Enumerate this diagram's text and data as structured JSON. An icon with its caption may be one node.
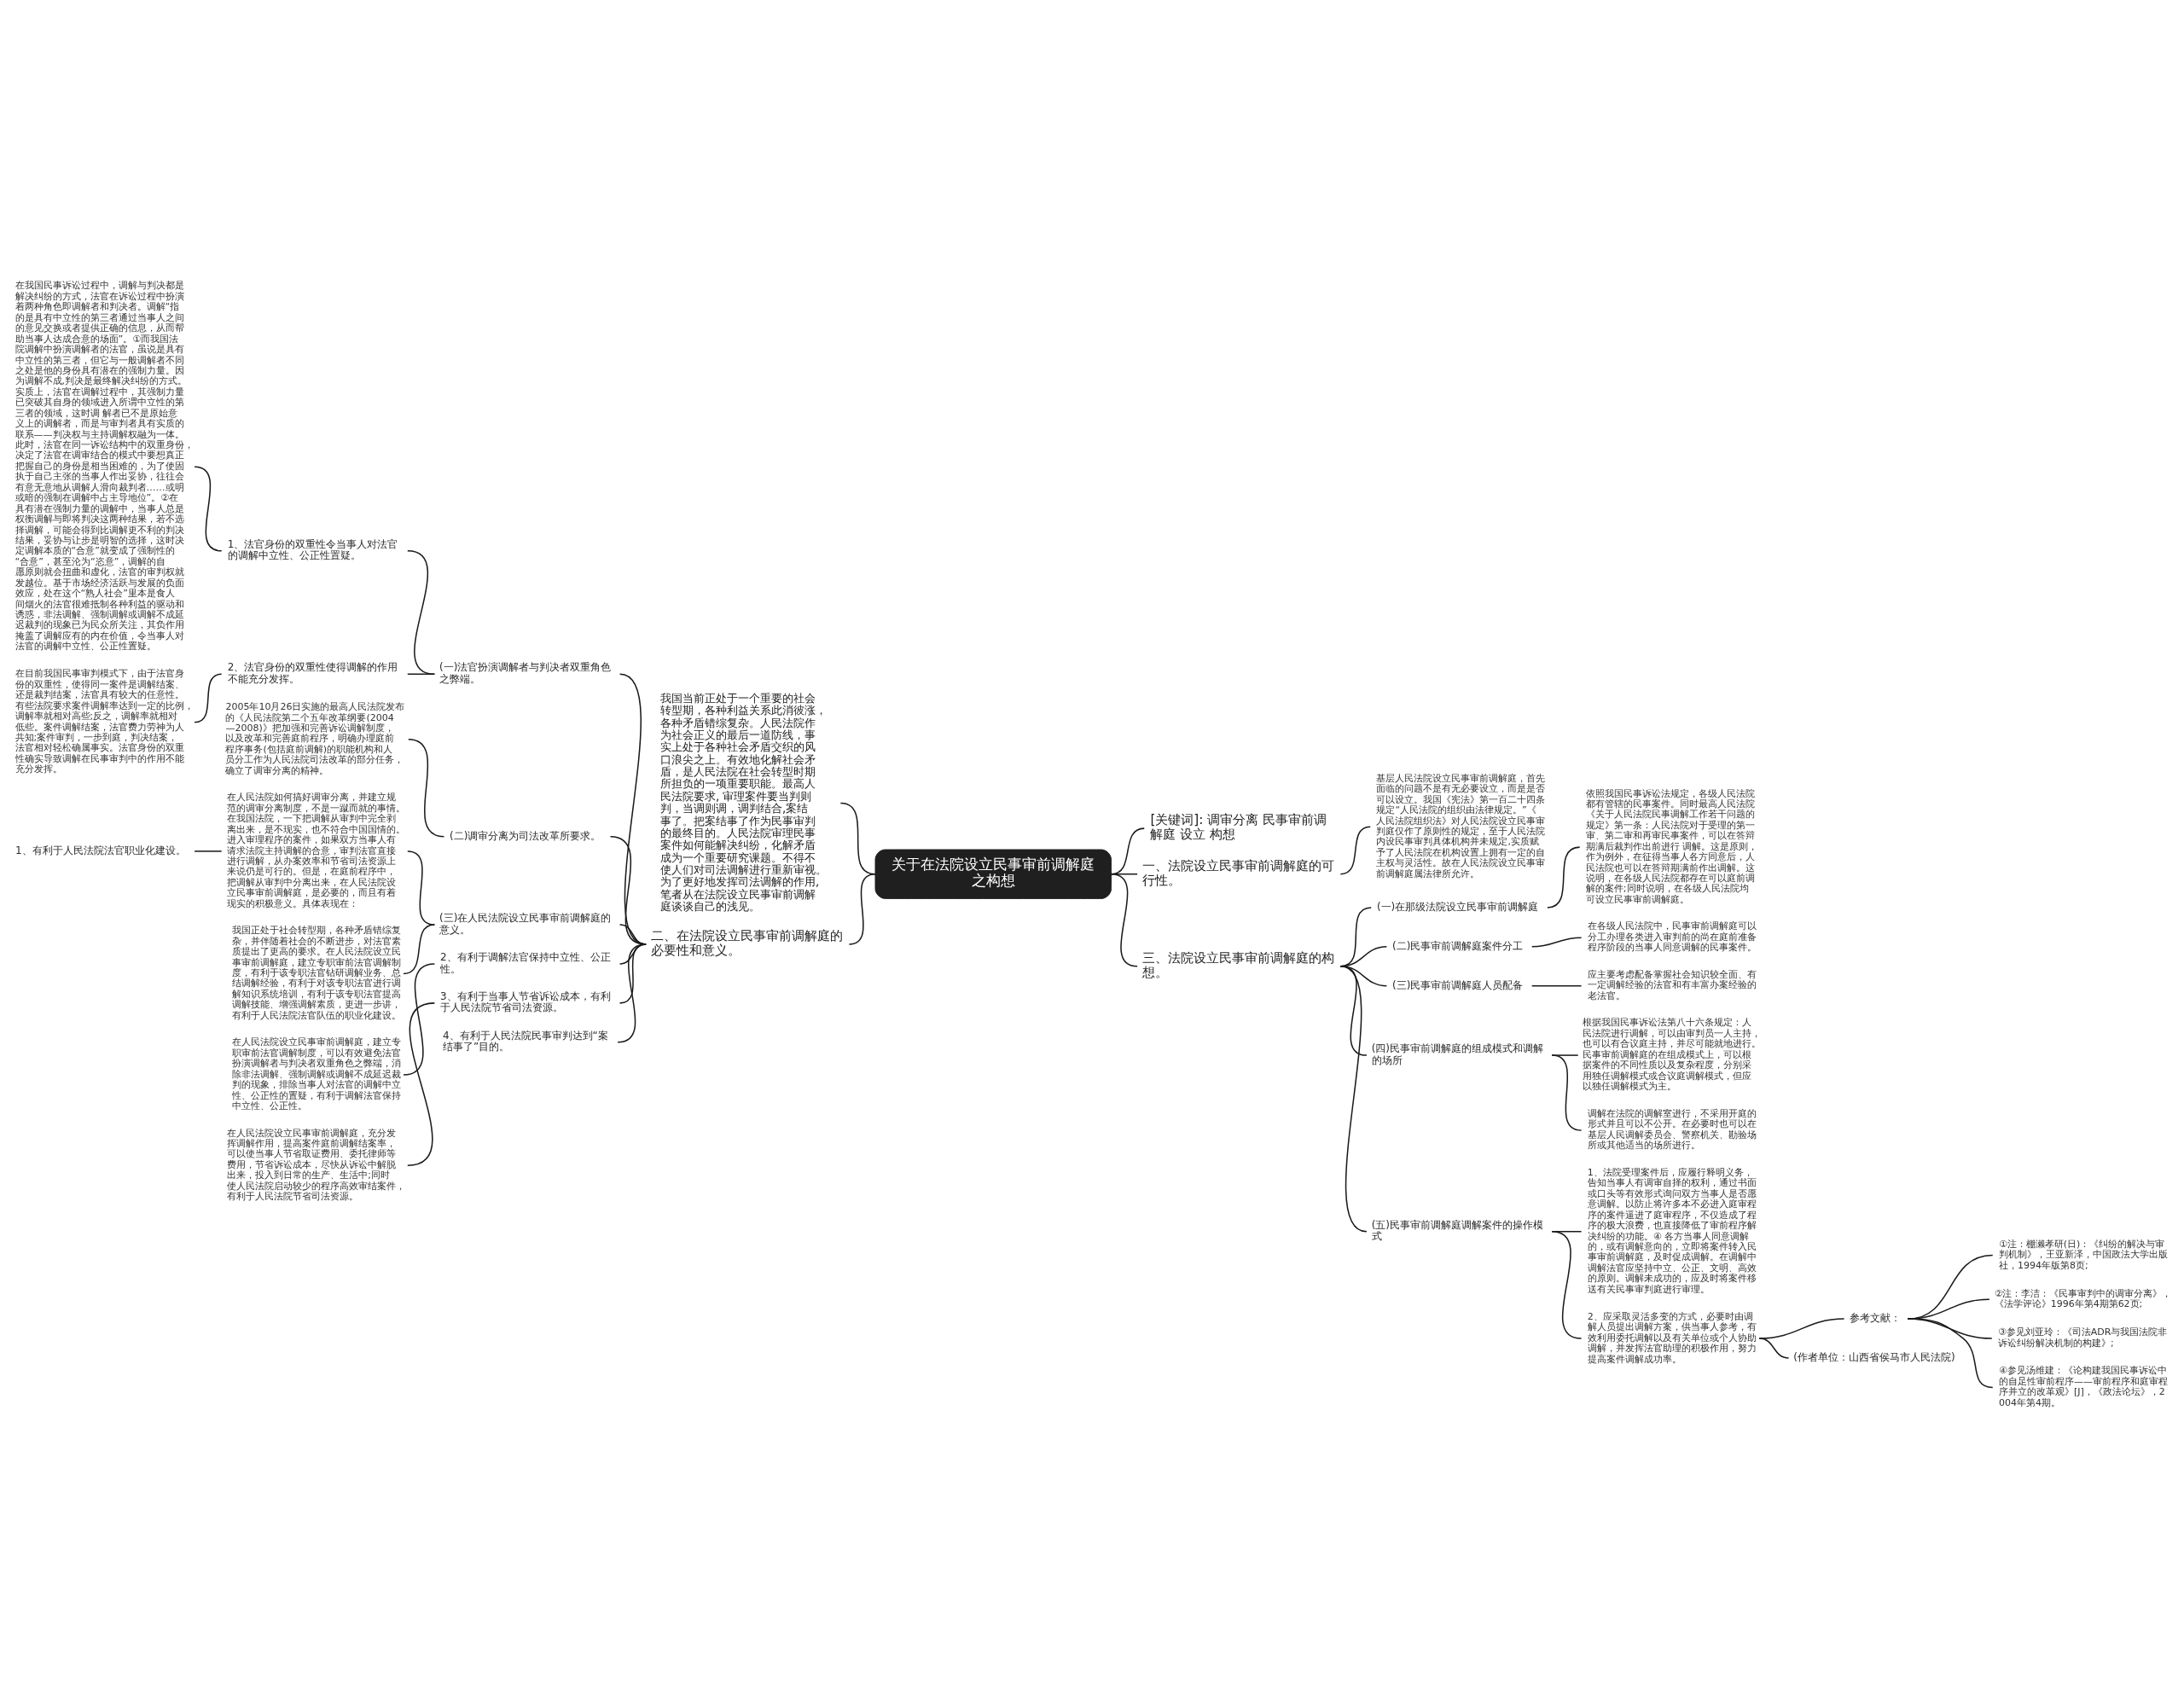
{
  "diagram": {
    "nodes": [
      {
        "text": [
          "关于在法院设立民事审前调解庭之构想"
        ]
      },
      {
        "text": [
          "我国当前正处于一个重要的社会转型期，各种利益关系此消彼涨，各种矛盾错综复杂。人民法院作为社会正义的最后一道防线，事实上处于各种社会矛盾交织的风口浪尖之上。有效地化解社会矛盾，是人民法院在社会转型时期所担负的一项重要职能。最高人民法院要求, 审理案件要当判则判，当调则调，调判结合,案结事了。把案结事了作为民事审判的最终目的。人民法院审理民事案件如何能解决纠纷，化解矛盾成为一个重要研究课题。不得不使人们对司法调解进行重新审视。为了更好地发挥司法调解的作用,笔者从在法院设立民事审前调解庭谈谈自己的浅见。"
        ]
      },
      {
        "text": [
          "二、在法院设立民事审前调解庭的必要性和意义。"
        ]
      },
      {
        "text": [
          "(一)法官扮演调解者与判决者双重角色之弊端。"
        ]
      },
      {
        "text": [
          "1、法官身份的双重性令当事人对法官的调解中立性、公正性置疑。"
        ]
      },
      {
        "text": [
          "在我国民事诉讼过程中，调解与判决都是解决纠纷的方式，法官在诉讼过程中扮演着两种角色即调解者和判决者。调解“指的是具有中立性的第三者通过当事人之间的意见交换或者提供正确的信息，从而帮助当事人达成合意的场面”。①而我国法院调解中扮演调解者的法官，虽说是具有中立性的第三者，但它与一般调解者不同之处是他的身份具有潜在的强制力量。因为调解不成,判决是最终解决纠纷的方式。实质上，法官在调解过程中，其强制力量已突破其自身的领域进入所谓中立性的第三者的领域，这时调 解者已不是原始意义上的调解者，而是与审判者具有实质的联系——判决权与主持调解权融为一体。此时，法官在同一诉讼结构中的双重身份，决定了法官在调审结合的模式中要想真正把握自己的身份是相当困难的，为了使固执于自己主张的当事人作出妥协，往往会有意无意地从调解人滑向裁判者……或明或暗的强制在调解中占主导地位”。②在具有潜在强制力量的调解中，当事人总是权衡调解与即将判决这两种结果，若不选择调解，可能会得到比调解更不利的判决结果，妥协与让步是明智的选择，这时决定调解本质的“合意”就变成了强制性的“合意”，甚至沦为“恣意”，调解的自愿原则就会扭曲和虚化，法官的审判权就发越位。基于市场经济活跃与发展的负面效应，处在这个“熟人社会”里本是食人间烟火的法官很难抵制各种利益的驱动和诱惑，非法调解、强制调解或调解不成延迟裁判的现象已为民众所关注，其负作用掩盖了调解应有的内在价值，令当事人对法官的调解中立性、公正性置疑。"
        ]
      },
      {
        "text": [
          "2、法官身份的双重性使得调解的作用不能充分发挥。"
        ]
      },
      {
        "text": [
          "在目前我国民事审判模式下，由于法官身份的双重性，使得同一案件是调解结案、还是裁判结案，法官具有较大的任意性。有些法院要求案件调解率达到一定的比例，调解率就相对高些;反之，调解率就相对低些。案件调解结案，法官费力劳神为人共知;案件审判，一步到庭，判决结案，法官相对轻松确属事实。法官身份的双重性确实导致调解在民事审判中的作用不能充分发挥。"
        ]
      },
      {
        "text": [
          "(二)调审分离为司法改革所要求。"
        ]
      },
      {
        "text": [
          "2005年10月26日实施的最高人民法院发布的《人民法院第二个五年改革纲要(2004—2008)》把加强和完善诉讼调解制度，以及改革和完善庭前程序，明确办理庭前程序事务(包括庭前调解)的职能机构和人员分工作为人民法院司法改革的部分任务，确立了调审分离的精神。"
        ]
      },
      {
        "text": [
          "(三)在人民法院设立民事审前调解庭的意义。"
        ]
      },
      {
        "text": [
          "在人民法院如何搞好调审分离，并建立规范的调审分离制度，不是一蹴而就的事情。在我国法院，一下把调解从审判中完全剥离出来，是不现实，也不符合中国国情的。进入审理程序的案件，如果双方当事人有请求法院主持调解的合意，审判法官直接进行调解，从办案效率和节省司法资源上来说仍是可行的。但是，在庭前程序中，把调解从审判中分离出来，在人民法院设立民事审前调解庭，是必要的，而且有着现实的积极意义。具体表现在："
        ]
      },
      {
        "text": [
          "1、有利于人民法院法官职业化建设。"
        ]
      },
      {
        "text": [
          "我国正处于社会转型期，各种矛盾错综复杂，并伴随着社会的不断进步，对法官素质提出了更高的要求。在人民法院设立民事审前调解庭，建立专职审前法官调解制度，有利于该专职法官钻研调解业务、总结调解经验，有利于对该专职法官进行调解知识系统培训，有利于该专职法官提高调解技能、增强调解素质，更进一步讲，有利于人民法院法官队伍的职业化建设。"
        ]
      },
      {
        "text": [
          "2、有利于调解法官保持中立性、公正性。"
        ]
      },
      {
        "text": [
          "在人民法院设立民事审前调解庭，建立专职审前法官调解制度，可以有效避免法官扮演调解者与判决者双重角色之弊端，消除非法调解、强制调解或调解不成延迟裁判的现象，排除当事人对法官的调解中立性、公正性的置疑，有利于调解法官保持中立性、公正性。"
        ]
      },
      {
        "text": [
          "3、有利于当事人节省诉讼成本，有利于人民法院节省司法资源。"
        ]
      },
      {
        "text": [
          "在人民法院设立民事审前调解庭，充分发挥调解作用，提高案件庭前调解结案率，可以使当事人节省取证费用、委托律师等费用，节省诉讼成本，尽快从诉讼中解脱出来，投入到日常的生产、生活中;同时使人民法院启动较少的程序高效审结案件，有利于人民法院节省司法资源。"
        ]
      },
      {
        "text": [
          "4、有利于人民法院民事审判达到“案结事了”目的。"
        ]
      },
      {
        "text": [
          "[关键词]: 调审分离 民事审前调解庭 设立 构想"
        ]
      },
      {
        "text": [
          "一、法院设立民事审前调解庭的可行性。"
        ]
      },
      {
        "text": [
          "基层人民法院设立民事审前调解庭，首先面临的问题不是有无必要设立，而是是否可以设立。我国《宪法》第一百二十四条规定“人民法院的组织由法律规定。”《人民法院组织法》对人民法院设立民事审判庭仅作了原则性的规定，至于人民法院内设民事审判具体机构并未规定,实质赋予了人民法院在机构设置上拥有一定的自主权与灵活性。故在人民法院设立民事审前调解庭属法律所允许。"
        ]
      },
      {
        "text": [
          "三、法院设立民事审前调解庭的构想。"
        ]
      },
      {
        "text": [
          "(一)在那级法院设立民事审前调解庭"
        ]
      },
      {
        "text": [
          "依照我国民事诉讼法规定，各级人民法院都有管辖的民事案件。同时最高人民法院《关于人民法院民事调解工作若干问题的规定》第一条：人民法院对于受理的第一审、第二审和再审民事案件，可以在答辩期满后裁判作出前进行 调解。这是原则，作为例外，在征得当事人各方同意后，人民法院也可以在答辩期满前作出调解。这说明，在各级人民法院都存在可以庭前调解的案件;同时说明，在各级人民法院均可设立民事审前调解庭。"
        ]
      },
      {
        "text": [
          "(二)民事审前调解庭案件分工"
        ]
      },
      {
        "text": [
          "在各级人民法院中，民事审前调解庭可以分工办理各类进入审判前的尚在庭前准备程序阶段的当事人同意调解的民事案件。"
        ]
      },
      {
        "text": [
          "(三)民事审前调解庭人员配备"
        ]
      },
      {
        "text": [
          "应主要考虑配备掌握社会知识较全面、有一定调解经验的法官和有丰富办案经验的老法官。"
        ]
      },
      {
        "text": [
          "(四)民事审前调解庭的组成模式和调解的场所"
        ]
      },
      {
        "text": [
          "根据我国民事诉讼法第八十六条规定：人民法院进行调解，可以由审判员一人主持，也可以有合议庭主持，并尽可能就地进行。民事审前调解庭的在组成模式上，可以根据案件的不同性质以及复杂程度，分别采用独任调解模式或合议庭调解模式，但应以独任调解模式为主。"
        ]
      },
      {
        "text": [
          "调解在法院的调解室进行，不采用开庭的形式并且可以不公开。在必要时也可以在基层人民调解委员会、警察机关、勘验场所或其他适当的场所进行。"
        ]
      },
      {
        "text": [
          "(五)民事审前调解庭调解案件的操作模式"
        ]
      },
      {
        "text": [
          "1、法院受理案件后，应履行释明义务，告知当事人有调审自择的权利，通过书面或口头等有效形式询问双方当事人是否愿意调解。以防止将许多本不必进入庭审程序的案件逼进了庭审程序，不仅造成了程序的极大浪费，也直接降低了审前程序解决纠纷的功能。④ 各方当事人同意调解的，或有调解意向的，立即将案件转入民事审前调解庭，及时促成调解。在调解中调解法官应坚持中立、公正、文明、高效的原则。调解未成功的，应及时将案件移送有关民事审判庭进行审理。"
        ]
      },
      {
        "text": [
          "2、应采取灵活多变的方式，必要时由调解人员提出调解方案，供当事人参考，有效利用委托调解以及有关单位或个人协助调解，并发挥法官助理的积极作用，努力提高案件调解成功率。"
        ]
      },
      {
        "text": [
          "参考文献："
        ]
      },
      {
        "text": [
          "①注：棚濑孝研(日)：《纠纷的解决与审判机制》，王亚新泽，中国政法大学出版社，1994年版第8页;"
        ]
      },
      {
        "text": [
          "②注：李洁：《民事审判中的调审分离》，《法学评论》1996年第4期第62页;"
        ]
      },
      {
        "text": [
          "③参见刘亚玲：《司法ADR与我国法院非诉讼纠纷解决机制的构建》;"
        ]
      },
      {
        "text": [
          "④参见汤维建：《论构建我国民事诉讼中的自足性审前程序——审前程序和庭审程序并立的改革观》[J]，《政法论坛》，2004年第4期。"
        ]
      },
      {
        "text": [
          "(作者单位：山西省侯马市人民法院)"
        ]
      }
    ],
    "edges": [
      {
        "from": 1,
        "to": 0,
        "arrow": "none"
      },
      {
        "from": 2,
        "to": 0,
        "arrow": "none"
      },
      {
        "from": 3,
        "to": 2,
        "arrow": "none"
      },
      {
        "from": 4,
        "to": 3,
        "arrow": "none"
      },
      {
        "from": 5,
        "to": 4,
        "arrow": "none"
      },
      {
        "from": 6,
        "to": 3,
        "arrow": "none"
      },
      {
        "from": 7,
        "to": 6,
        "arrow": "none"
      },
      {
        "from": 8,
        "to": 2,
        "arrow": "none"
      },
      {
        "from": 9,
        "to": 8,
        "arrow": "none"
      },
      {
        "from": 10,
        "to": 2,
        "arrow": "none"
      },
      {
        "from": 11,
        "to": 10,
        "arrow": "none"
      },
      {
        "from": 12,
        "to": 11,
        "arrow": "none"
      },
      {
        "from": 13,
        "to": 10,
        "arrow": "none"
      },
      {
        "from": 14,
        "to": 2,
        "arrow": "none"
      },
      {
        "from": 15,
        "to": 14,
        "arrow": "none"
      },
      {
        "from": 16,
        "to": 2,
        "arrow": "none"
      },
      {
        "from": 17,
        "to": 16,
        "arrow": "none"
      },
      {
        "from": 18,
        "to": 2,
        "arrow": "none"
      },
      {
        "from": 0,
        "to": 19,
        "arrow": "none"
      },
      {
        "from": 0,
        "to": 20,
        "arrow": "none"
      },
      {
        "from": 20,
        "to": 21,
        "arrow": "none"
      },
      {
        "from": 0,
        "to": 22,
        "arrow": "none"
      },
      {
        "from": 22,
        "to": 23,
        "arrow": "none"
      },
      {
        "from": 23,
        "to": 24,
        "arrow": "none"
      },
      {
        "from": 22,
        "to": 25,
        "arrow": "none"
      },
      {
        "from": 25,
        "to": 26,
        "arrow": "none"
      },
      {
        "from": 22,
        "to": 27,
        "arrow": "none"
      },
      {
        "from": 27,
        "to": 28,
        "arrow": "none"
      },
      {
        "from": 22,
        "to": 29,
        "arrow": "none"
      },
      {
        "from": 29,
        "to": 30,
        "arrow": "none"
      },
      {
        "from": 29,
        "to": 31,
        "arrow": "none"
      },
      {
        "from": 22,
        "to": 32,
        "arrow": "none"
      },
      {
        "from": 32,
        "to": 33,
        "arrow": "none"
      },
      {
        "from": 32,
        "to": 34,
        "arrow": "none"
      },
      {
        "from": 34,
        "to": 35,
        "arrow": "none"
      },
      {
        "from": 34,
        "to": 40,
        "arrow": "none"
      },
      {
        "from": 35,
        "to": 36,
        "arrow": "none"
      },
      {
        "from": 35,
        "to": 37,
        "arrow": "none"
      },
      {
        "from": 35,
        "to": 38,
        "arrow": "none"
      },
      {
        "from": 35,
        "to": 39,
        "arrow": "none"
      }
    ]
  }
}
